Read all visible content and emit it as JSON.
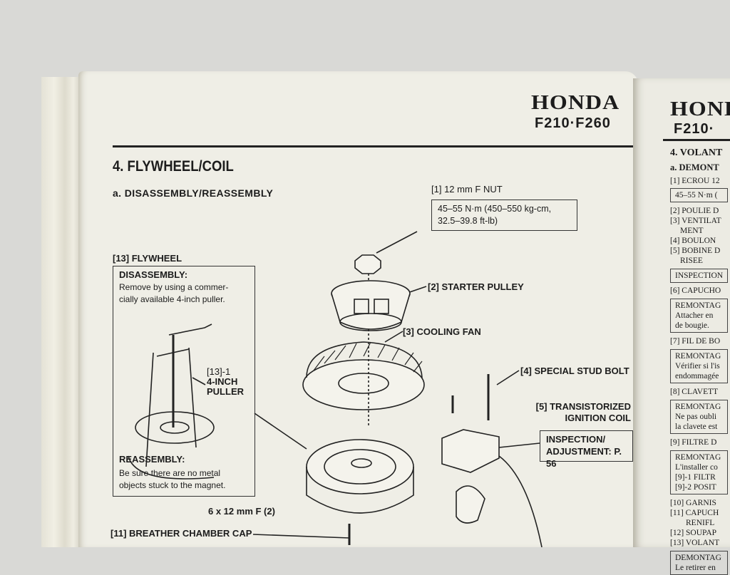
{
  "left_page": {
    "brand": "HONDA",
    "model": "F210·F260",
    "section_title": "4. FLYWHEEL/COIL",
    "subsection_title": "a. DISASSEMBLY/REASSEMBLY",
    "nut_label": "[1] 12 mm F NUT",
    "torque_lines": [
      "45–55 N·m (450–550 kg-cm,",
      "32.5–39.8 ft-lb)"
    ],
    "starter_pulley": "[2] STARTER PULLEY",
    "cooling_fan": "[3] COOLING FAN",
    "stud_bolt": "[4] SPECIAL STUD BOLT",
    "ignition_coil": [
      "[5] TRANSISTORIZED",
      "IGNITION COIL"
    ],
    "inspection": [
      "INSPECTION/",
      "ADJUSTMENT: P. 56"
    ],
    "flywheel_label": "[13]  FLYWHEEL",
    "disassembly_heading": "DISASSEMBLY:",
    "disassembly_text": [
      "Remove by using a commer-",
      "cially available 4-inch puller."
    ],
    "puller_label": [
      "[13]-1",
      "4-INCH",
      "PULLER"
    ],
    "reassembly_heading": "REASSEMBLY:",
    "reassembly_text": [
      "Be sure there are no metal",
      "objects stuck to the magnet."
    ],
    "bolt_label": "6 x 12 mm F (2)",
    "breather_cap": "[11] BREATHER CHAMBER CAP"
  },
  "right_page": {
    "brand": "HONDA",
    "model": "F210·",
    "lines": [
      "4. VOLANT",
      "a. DEMONT",
      "[1] ECROU 12",
      "45–55 N·m (",
      "[2] POULIE D",
      "[3] VENTILAT",
      "MENT",
      "[4] BOULON",
      "[5] BOBINE D",
      "RISEE",
      "INSPECTION",
      "[6] CAPUCHO",
      "REMONTAG",
      "Attacher en",
      "de bougie.",
      "[7] FIL DE BO",
      "REMONTAG",
      "Vérifier si l'is",
      "endommagée",
      "[8] CLAVETT",
      "REMONTAG",
      "Ne pas oubli",
      "la clavete est",
      "[9] FILTRE D",
      "REMONTAG",
      "L'installer co",
      "[9]-1 FILTR",
      "[9]-2 POSIT",
      "[10] GARNIS",
      "[11] CAPUCH",
      "RENIFL",
      "[12] SOUPAP",
      "[13] VOLANT",
      "DEMONTAG",
      "Le retirer en"
    ]
  }
}
